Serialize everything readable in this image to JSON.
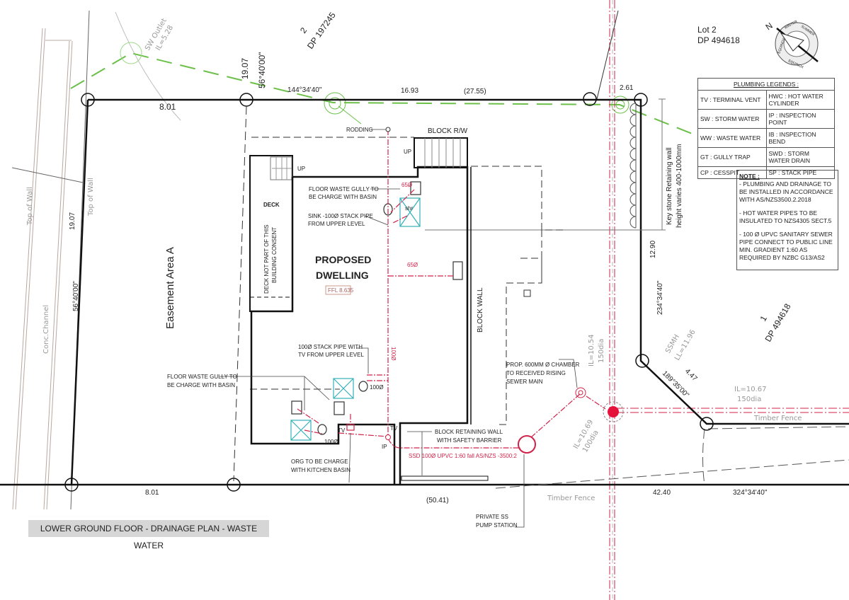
{
  "colors": {
    "boundary": "#111111",
    "drainage": "#d0234a",
    "stormwater": "#6cc04a",
    "fixture": "#33b0b8",
    "grey_text": "#999999"
  },
  "title": "LOWER GROUND FLOOR - DRAINAGE PLAN - WASTE WATER",
  "legend": {
    "heading": "PLUMBING LEGENDS :",
    "rows": [
      [
        "TV : TERMINAL VENT",
        "HWC : HOT WATER CYLINDER"
      ],
      [
        "SW : STORM WATER",
        "IP : INSPECTION POINT"
      ],
      [
        "WW : WASTE WATER",
        "IB : INSPECTION BEND"
      ],
      [
        "GT : GULLY TRAP",
        "SWD : STORM WATER DRAIN"
      ],
      [
        "CP : CESSPIT",
        "SP : STACK PIPE"
      ]
    ]
  },
  "note": {
    "heading": "NOTE :",
    "items": [
      "- PLUMBING AND DRAINAGE TO BE INSTALLED IN ACCORDANCE WITH AS/NZS3500.2.2018",
      "- HOT WATER PIPES TO BE INSULATED TO NZS4305 SECT.5",
      "- 100 Ø UPVC  SANITARY SEWER PIPE CONNECT TO PUBLIC LINE MIN. GRADIENT 1:60 AS REQUIRED BY NZBC G13/AS2"
    ]
  },
  "compass": {
    "north": "N",
    "seasons": [
      "WINTER",
      "SUMMER",
      "EQUINOX",
      "EQUINOX"
    ]
  },
  "lots": {
    "lot2_line1": "Lot 2",
    "lot2_line2": "DP 494618",
    "dp197245_1": "2",
    "dp197245_2": "DP 197245",
    "dp494618_1": "1",
    "dp494618_2": "DP 494618"
  },
  "dimensions": {
    "top_left": "8.01",
    "top_19": "19.07",
    "top_bearing_56": "56°40'00\"",
    "top_bearing_144": "144°34'40\"",
    "top_1693": "16.93",
    "top_2755": "(27.55)",
    "top_261": "2.61",
    "left_1907": "19.07",
    "left_bearing": "56°40'00\"",
    "right_1290": "12.90",
    "right_bearing": "234°34'40\"",
    "diag_447": "4.47",
    "diag_bearing": "189°35'00\"",
    "bottom_801": "8.01",
    "bottom_5041": "(50.41)",
    "bottom_4240": "42.40",
    "bottom_bearing": "324°34'40\""
  },
  "site": {
    "sw_outlet": "SW Outlet",
    "sw_il": "IL=5.28",
    "top_wall_1": "Top of Wall",
    "top_wall_2": "Top of Wall",
    "channel": "Conc.Channel",
    "easement": "Easement Area A",
    "retaining_1": "Key stone Retaining wall",
    "retaining_2": "height varies 400-1000mm",
    "ssmh": "SSMH",
    "ssmh_ll": "LL=11.96",
    "il_1054": "IL=10.54",
    "il_1054_dia": "150dia",
    "il_1069": "IL=10.69",
    "il_1069_dia": "100dia",
    "il_1067": "IL=10.67",
    "il_1067_dia": "150dia",
    "fence_1": "Timber Fence",
    "fence_2": "Timber Fence"
  },
  "building": {
    "name_1": "PROPOSED",
    "name_2": "DWELLING",
    "ffl": "FFL 8.635",
    "deck": "DECK",
    "deck_note_1": "DECK NOT PART OF THIS",
    "deck_note_2": "BUILDING CONSENT",
    "up_1": "UP",
    "up_2": "UP",
    "block_rw": "BLOCK R/W",
    "block_wall": "BLOCK WALL",
    "shr": "shr"
  },
  "annotations": {
    "rodding": "RODDING",
    "fwg_top_1": "FLOOR WASTE GULLY TO",
    "fwg_top_2": "BE CHARGE WITH BASIN",
    "sink_1": "SINK -100Ø STACK PIPE",
    "sink_2": "FROM UPPER LEVEL",
    "stack_1": "100Ø STACK PIPE WITH",
    "stack_2": "TV FROM UPPER LEVEL",
    "fwg_low_1": "FLOOR WASTE GULLY TO",
    "fwg_low_2": "BE CHARGE WITH BASIN",
    "org_1": "ORG TO BE CHARGE",
    "org_2": "WITH KITCHEN BASIN",
    "brw_1": "BLOCK  RETAINING WALL",
    "brw_2": "WITH SAFETY BARRIER",
    "ssd": "SSD 100Ø UPVC 1:60 fall AS/NZS -3500:2",
    "chamber_1": "PROP. 600MM Ø CHAMBER",
    "chamber_2": "TO RECEIVED RISING",
    "chamber_3": "SEWER MAIN",
    "pump_1": "PRIVATE SS",
    "pump_2": "PUMP STATION",
    "pipe_650": "65Ø",
    "pipe_1000": "100Ø",
    "tv": "TV",
    "ip": "IP"
  }
}
